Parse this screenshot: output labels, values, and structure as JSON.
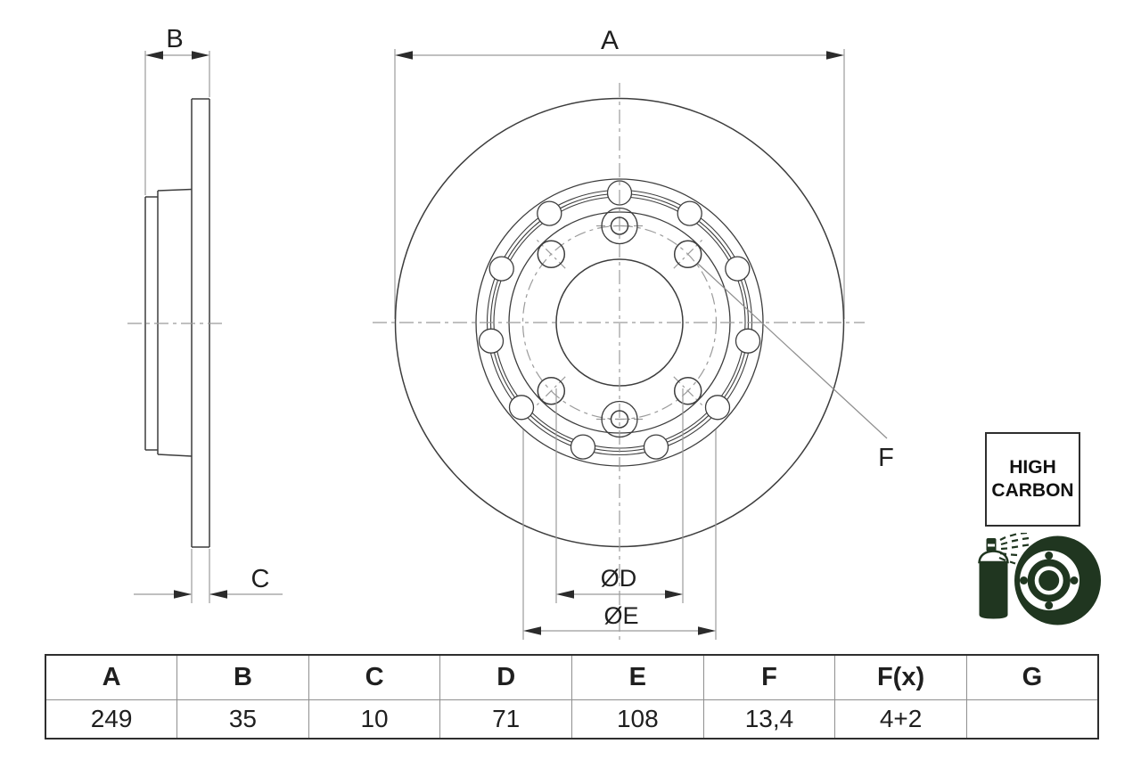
{
  "drawing": {
    "title": "brake-disc-technical-drawing",
    "dim_a": "A",
    "dim_b": "B",
    "dim_c": "C",
    "dim_d": "ØD",
    "dim_e": "ØE",
    "dim_f": "F"
  },
  "badge": {
    "line1": "HIGH",
    "line2": "CARBON"
  },
  "icon": {
    "name": "coated-disc-spray-icon"
  },
  "table": {
    "headers": [
      "A",
      "B",
      "C",
      "D",
      "E",
      "F",
      "F(x)",
      "G"
    ],
    "values": [
      "249",
      "35",
      "10",
      "71",
      "108",
      "13,4",
      "4+2",
      ""
    ]
  },
  "colors": {
    "part_line": "#3d3d3d",
    "dim_line": "#9b9b9b",
    "arrow": "#2b2b2b",
    "text": "#1f1f1f",
    "icon_green": "#203620"
  }
}
